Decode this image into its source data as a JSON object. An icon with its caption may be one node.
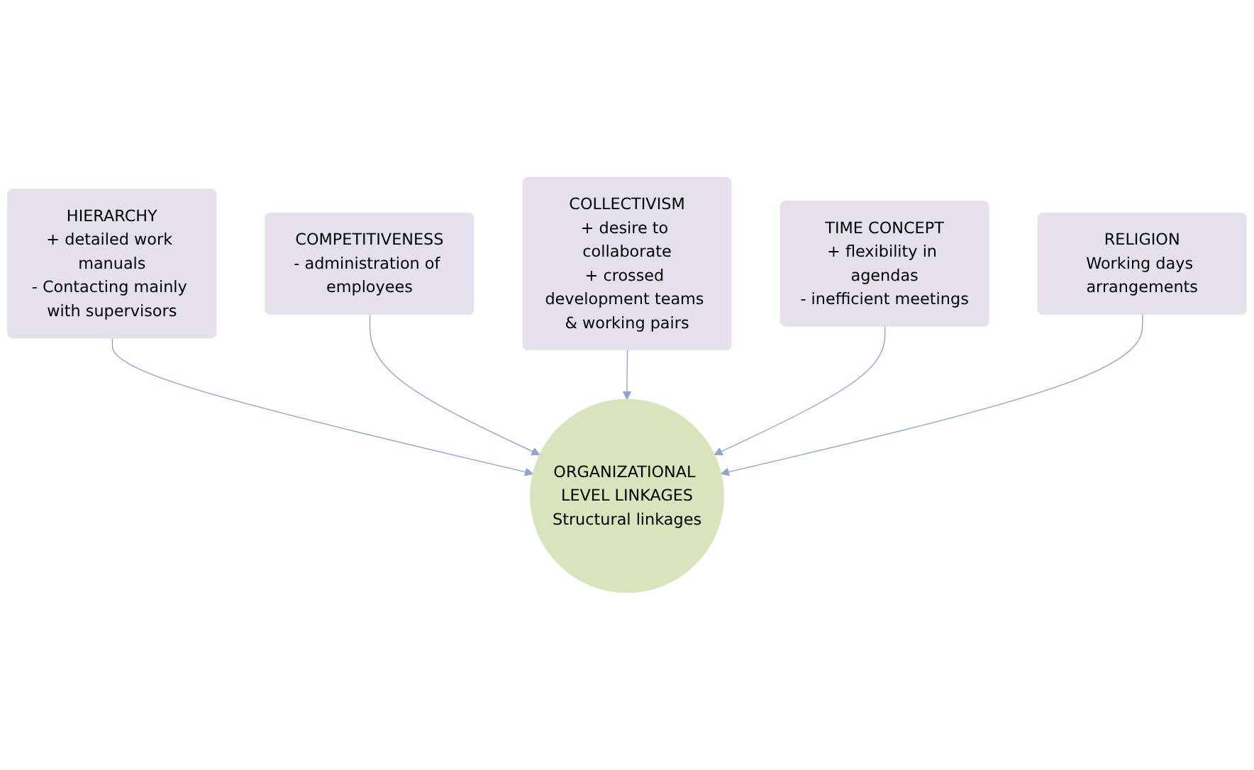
{
  "diagram": {
    "nodes": [
      {
        "text": [
          "COMPETITIVENESS",
          "- administration of employees"
        ]
      },
      {
        "text": [
          "HIERARCHY",
          "+ detailed work manuals",
          "- Contacting mainly with supervisors"
        ]
      },
      {
        "text": [
          "COLLECTIVISM",
          "+ desire to collaborate",
          "+ crossed development teams & working pairs"
        ]
      },
      {
        "text": [
          "TIME CONCEPT",
          "+ flexibility in agendas",
          "- inefficient meetings"
        ]
      },
      {
        "text": [
          "ORGANIZATIONAL LEVEL LINKAGES",
          "Structural linkages"
        ]
      },
      {
        "text": [
          "RELIGION",
          "Working days arrangements"
        ]
      }
    ],
    "edges": [
      {
        "from": 1,
        "to": 4,
        "arrow": "to"
      },
      {
        "from": 0,
        "to": 4,
        "arrow": "to"
      },
      {
        "from": 2,
        "to": 4,
        "arrow": "to"
      },
      {
        "from": 3,
        "to": 4,
        "arrow": "to"
      },
      {
        "from": 5,
        "to": 4,
        "arrow": "to"
      }
    ]
  }
}
